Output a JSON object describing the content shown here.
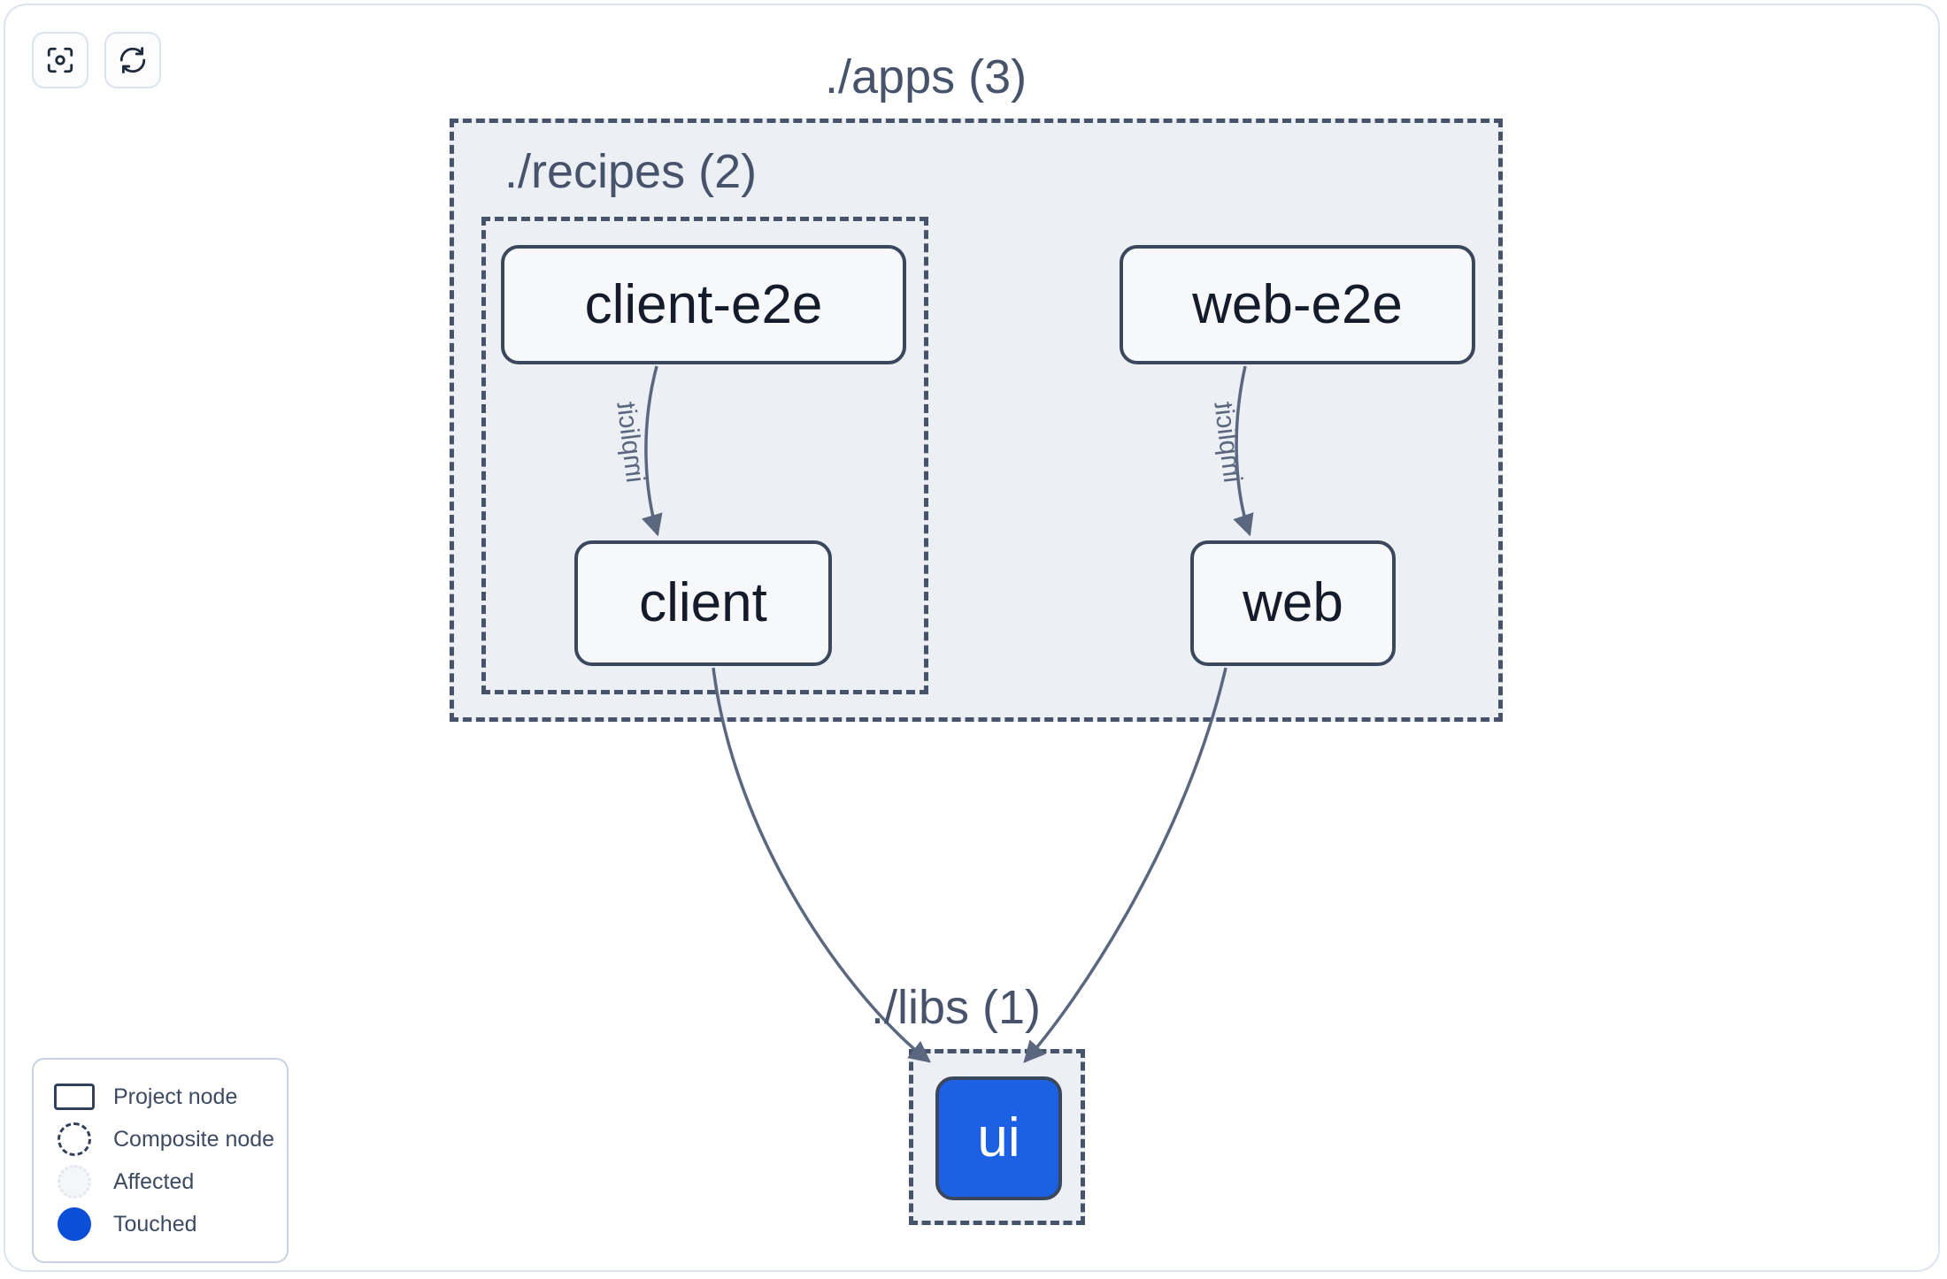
{
  "toolbar": {
    "buttons": [
      {
        "name": "focus-graph-button",
        "icon": "focus-target-icon",
        "label": ""
      },
      {
        "name": "refresh-graph-button",
        "icon": "refresh-icon",
        "label": ""
      }
    ]
  },
  "graph": {
    "type": "dependency-graph",
    "containers": [
      {
        "id": "apps",
        "label": "./apps (3)",
        "project_count": 3,
        "kind": "composite-node"
      },
      {
        "id": "recipes",
        "label": "./recipes (2)",
        "project_count": 2,
        "kind": "composite-node",
        "parent": "apps"
      },
      {
        "id": "libs",
        "label": "./libs (1)",
        "project_count": 1,
        "kind": "composite-node"
      }
    ],
    "nodes": [
      {
        "id": "client-e2e",
        "label": "client-e2e",
        "container": "recipes",
        "state": "normal"
      },
      {
        "id": "web-e2e",
        "label": "web-e2e",
        "container": "apps",
        "state": "normal"
      },
      {
        "id": "client",
        "label": "client",
        "container": "recipes",
        "state": "normal"
      },
      {
        "id": "web",
        "label": "web",
        "container": "apps",
        "state": "normal"
      },
      {
        "id": "ui",
        "label": "ui",
        "container": "libs",
        "state": "touched"
      }
    ],
    "edges": [
      {
        "from": "client-e2e",
        "to": "client",
        "label": "implicit"
      },
      {
        "from": "web-e2e",
        "to": "web",
        "label": "implicit"
      },
      {
        "from": "client",
        "to": "ui",
        "label": ""
      },
      {
        "from": "web",
        "to": "ui",
        "label": ""
      }
    ]
  },
  "legend": {
    "items": [
      {
        "swatch": "project-node-swatch",
        "label": "Project node"
      },
      {
        "swatch": "composite-node-swatch",
        "label": "Composite node"
      },
      {
        "swatch": "affected-swatch",
        "label": "Affected"
      },
      {
        "swatch": "touched-swatch",
        "label": "Touched"
      }
    ]
  },
  "colors": {
    "touched": "#0b4fd6",
    "node_border": "#3b475c",
    "node_fill": "#f7f8fa",
    "composite_fill": "#eceff4",
    "composite_border": "#46536b",
    "edge": "#5a677e",
    "text": "#141b2a",
    "panel_border": "#dde3ee"
  }
}
